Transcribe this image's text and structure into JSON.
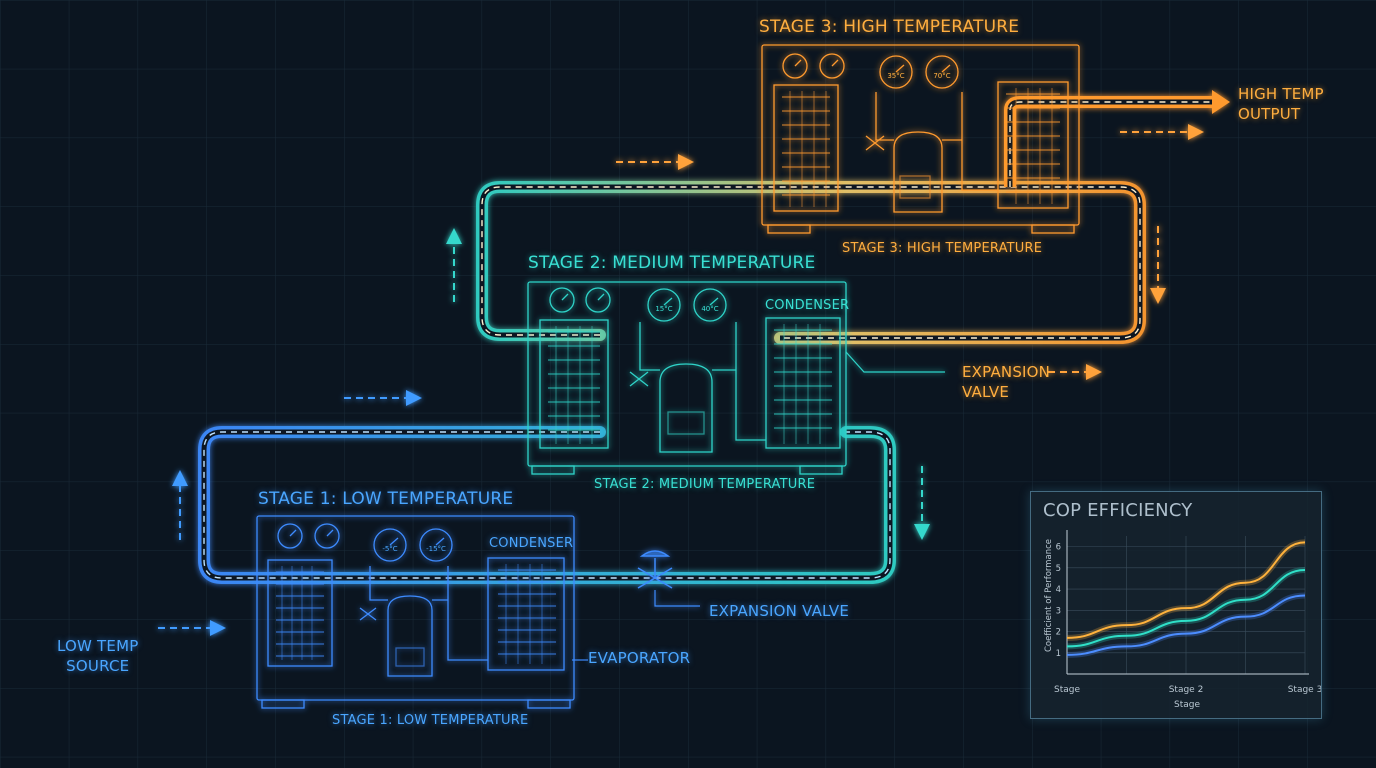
{
  "stage1": {
    "title": "STAGE 1: LOW TEMPERATURE",
    "caption": "STAGE 1: LOW TEMPERATURE",
    "condenser": "CONDENSER",
    "gauge_left": "-5°C",
    "gauge_right": "-15°C",
    "color": "#3d8bff"
  },
  "stage2": {
    "title": "STAGE 2: MEDIUM TEMPERATURE",
    "caption": "STAGE 2: MEDIUM TEMPERATURE",
    "condenser": "CONDENSER",
    "gauge_left": "15°C",
    "gauge_right": "40°C",
    "color": "#2fd3c8"
  },
  "stage3": {
    "title": "STAGE 3: HIGH TEMPERATURE",
    "caption": "STAGE 3: HIGH TEMPERATURE",
    "gauge_left": "35°C",
    "gauge_right": "70°C",
    "color": "#ff9a2e"
  },
  "labels": {
    "low_temp_source": [
      "LOW TEMP",
      "SOURCE"
    ],
    "evaporator": "EVAPORATOR",
    "expansion_valve": "EXPANSION VALVE",
    "expansion_valve_2": [
      "EXPANSION",
      "VALVE"
    ],
    "high_temp_output": [
      "HIGH TEMP",
      "OUTPUT"
    ]
  },
  "chart_data": {
    "type": "line",
    "title": "COP EFFICIENCY",
    "xlabel": "Stage",
    "ylabel": "Coefficient of Performance",
    "x_ticks": [
      "Stage",
      "Stage 2",
      "Stage 3"
    ],
    "y_ticks": [
      1,
      2,
      3,
      4,
      5,
      6
    ],
    "ylim": [
      0,
      6.5
    ],
    "x": [
      0,
      0.5,
      1,
      1.5,
      2
    ],
    "series": [
      {
        "values": [
          1.7,
          2.3,
          3.1,
          4.3,
          6.2
        ],
        "color": "#ffb23c"
      },
      {
        "values": [
          1.3,
          1.8,
          2.5,
          3.5,
          4.9
        ],
        "color": "#2fe0c8"
      },
      {
        "values": [
          0.9,
          1.3,
          1.9,
          2.7,
          3.7
        ],
        "color": "#4c8dff"
      }
    ],
    "grid": true
  }
}
